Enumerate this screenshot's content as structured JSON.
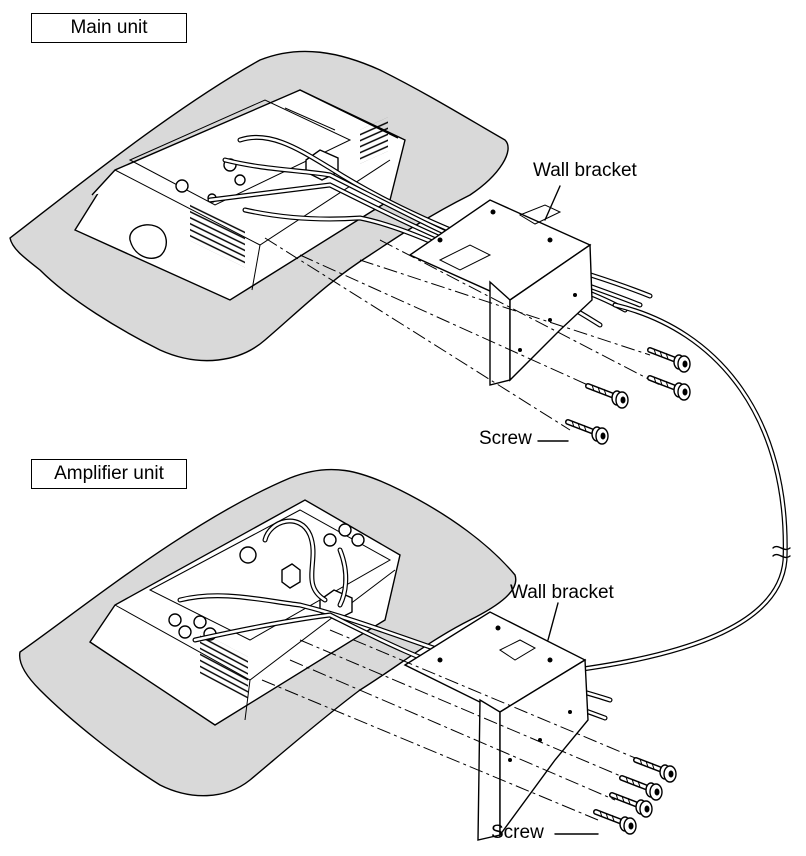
{
  "labels": {
    "main_unit": "Main unit",
    "amplifier_unit": "Amplifier unit",
    "wall_bracket_top": "Wall bracket",
    "wall_bracket_bottom": "Wall bracket",
    "screw_top": "Screw",
    "screw_bottom": "Screw"
  }
}
